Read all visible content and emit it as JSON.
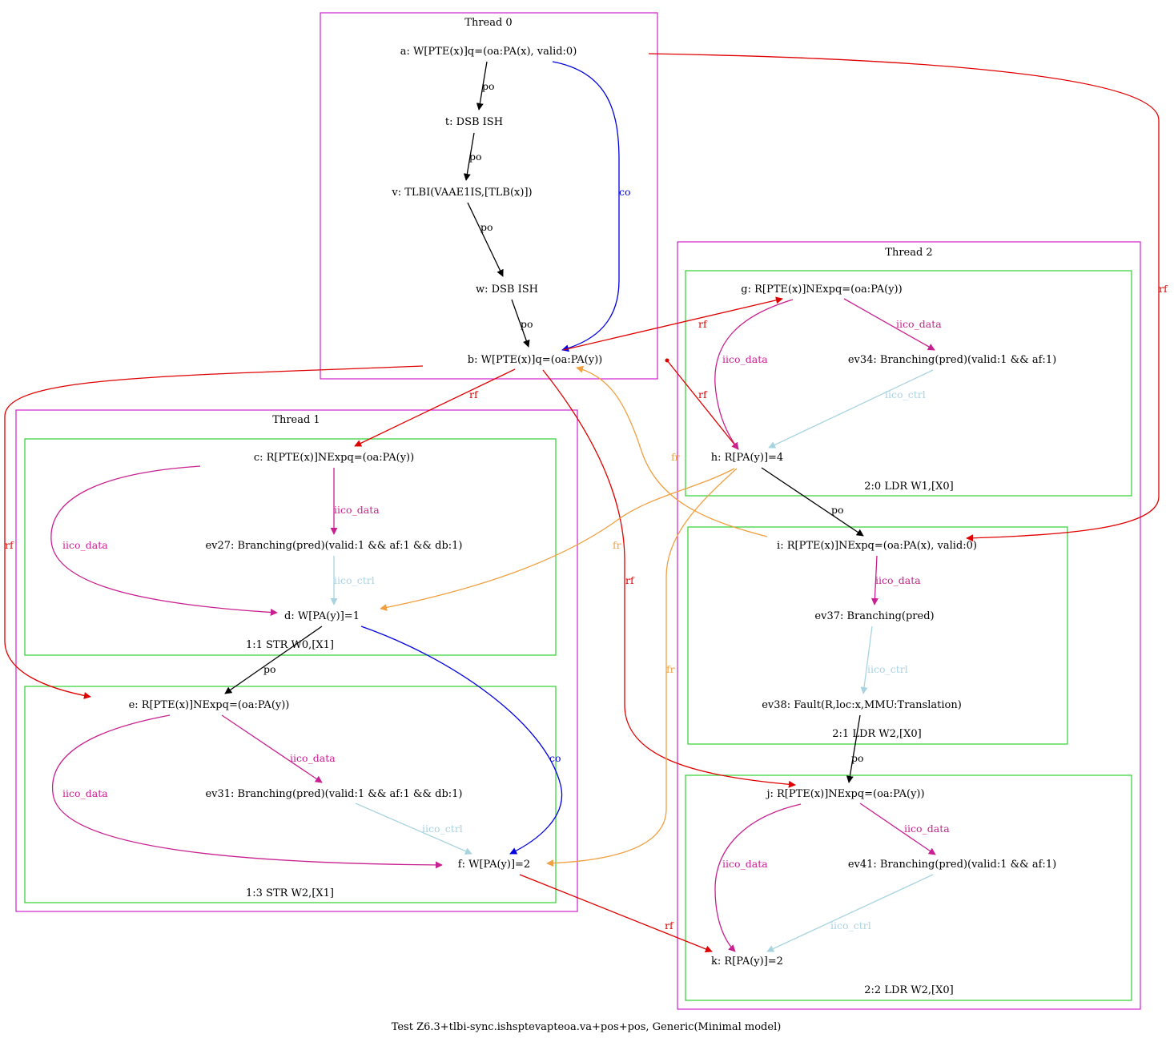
{
  "caption": "Test Z6.3+tlbi-sync.ishsptevapteoa.va+pos+pos, Generic(Minimal model)",
  "colors": {
    "thread_border": "#d020d0",
    "instr_border": "#30d030",
    "po": "#000000",
    "co": "#0000e0",
    "rf": "#e00000",
    "fr": "#f0a040",
    "iico_data": "#c82090",
    "iico_ctrl": "#a8d4e0"
  },
  "threads": {
    "t0": {
      "label": "Thread 0"
    },
    "t1": {
      "label": "Thread 1"
    },
    "t2": {
      "label": "Thread 2"
    }
  },
  "instructions": {
    "i11": {
      "label": "1:1 STR W0,[X1]"
    },
    "i13": {
      "label": "1:3 STR W2,[X1]"
    },
    "i20": {
      "label": "2:0 LDR W1,[X0]"
    },
    "i21": {
      "label": "2:1 LDR W2,[X0]"
    },
    "i22": {
      "label": "2:2 LDR W2,[X0]"
    }
  },
  "nodes": {
    "a": "a: W[PTE(x)]q=(oa:PA(x), valid:0)",
    "t": "t: DSB ISH",
    "v": "v: TLBI(VAAE1IS,[TLB(x)])",
    "w": "w: DSB ISH",
    "b": "b: W[PTE(x)]q=(oa:PA(y))",
    "c": "c: R[PTE(x)]NExpq=(oa:PA(y))",
    "ev27": "ev27: Branching(pred)(valid:1 && af:1 && db:1)",
    "d": "d: W[PA(y)]=1",
    "e": "e: R[PTE(x)]NExpq=(oa:PA(y))",
    "ev31": "ev31: Branching(pred)(valid:1 && af:1 && db:1)",
    "f": "f: W[PA(y)]=2",
    "g": "g: R[PTE(x)]NExpq=(oa:PA(y))",
    "ev34": "ev34: Branching(pred)(valid:1 && af:1)",
    "h": "h: R[PA(y)]=4",
    "i": "i: R[PTE(x)]NExpq=(oa:PA(x), valid:0)",
    "ev37": "ev37: Branching(pred)",
    "ev38": "ev38: Fault(R,loc:x,MMU:Translation)",
    "j": "j: R[PTE(x)]NExpq=(oa:PA(y))",
    "ev41": "ev41: Branching(pred)(valid:1 && af:1)",
    "k": "k: R[PA(y)]=2"
  },
  "edges": [
    {
      "id": "a-t",
      "label": "po",
      "kind": "po"
    },
    {
      "id": "t-v",
      "label": "po",
      "kind": "po"
    },
    {
      "id": "v-w",
      "label": "po",
      "kind": "po"
    },
    {
      "id": "w-b",
      "label": "po",
      "kind": "po"
    },
    {
      "id": "a-b",
      "label": "co",
      "kind": "co"
    },
    {
      "id": "a-i",
      "label": "rf",
      "kind": "rf"
    },
    {
      "id": "b-g",
      "label": "rf",
      "kind": "rf"
    },
    {
      "id": "init-h",
      "label": "rf",
      "kind": "rf"
    },
    {
      "id": "b-c",
      "label": "rf",
      "kind": "rf"
    },
    {
      "id": "b-e",
      "label": "rf",
      "kind": "rf"
    },
    {
      "id": "b-j",
      "label": "rf",
      "kind": "rf"
    },
    {
      "id": "i-b",
      "label": "fr",
      "kind": "fr"
    },
    {
      "id": "h-d",
      "label": "fr",
      "kind": "fr"
    },
    {
      "id": "h-f",
      "label": "fr",
      "kind": "fr"
    },
    {
      "id": "c-ev27",
      "label": "iico_data",
      "kind": "iico_data"
    },
    {
      "id": "c-d",
      "label": "iico_data",
      "kind": "iico_data"
    },
    {
      "id": "ev27-d",
      "label": "iico_ctrl",
      "kind": "iico_ctrl"
    },
    {
      "id": "d-e",
      "label": "po",
      "kind": "po"
    },
    {
      "id": "d-f",
      "label": "co",
      "kind": "co"
    },
    {
      "id": "e-ev31",
      "label": "iico_data",
      "kind": "iico_data"
    },
    {
      "id": "e-f",
      "label": "iico_data",
      "kind": "iico_data"
    },
    {
      "id": "ev31-f",
      "label": "iico_ctrl",
      "kind": "iico_ctrl"
    },
    {
      "id": "f-k",
      "label": "rf",
      "kind": "rf"
    },
    {
      "id": "g-ev34",
      "label": "iico_data",
      "kind": "iico_data"
    },
    {
      "id": "g-h",
      "label": "iico_data",
      "kind": "iico_data"
    },
    {
      "id": "ev34-h",
      "label": "iico_ctrl",
      "kind": "iico_ctrl"
    },
    {
      "id": "h-i",
      "label": "po",
      "kind": "po"
    },
    {
      "id": "i-ev37",
      "label": "iico_data",
      "kind": "iico_data"
    },
    {
      "id": "ev37-ev38",
      "label": "iico_ctrl",
      "kind": "iico_ctrl"
    },
    {
      "id": "ev38-j",
      "label": "po",
      "kind": "po"
    },
    {
      "id": "j-ev41",
      "label": "iico_data",
      "kind": "iico_data"
    },
    {
      "id": "j-k",
      "label": "iico_data",
      "kind": "iico_data"
    },
    {
      "id": "ev41-k",
      "label": "iico_ctrl",
      "kind": "iico_ctrl"
    }
  ]
}
